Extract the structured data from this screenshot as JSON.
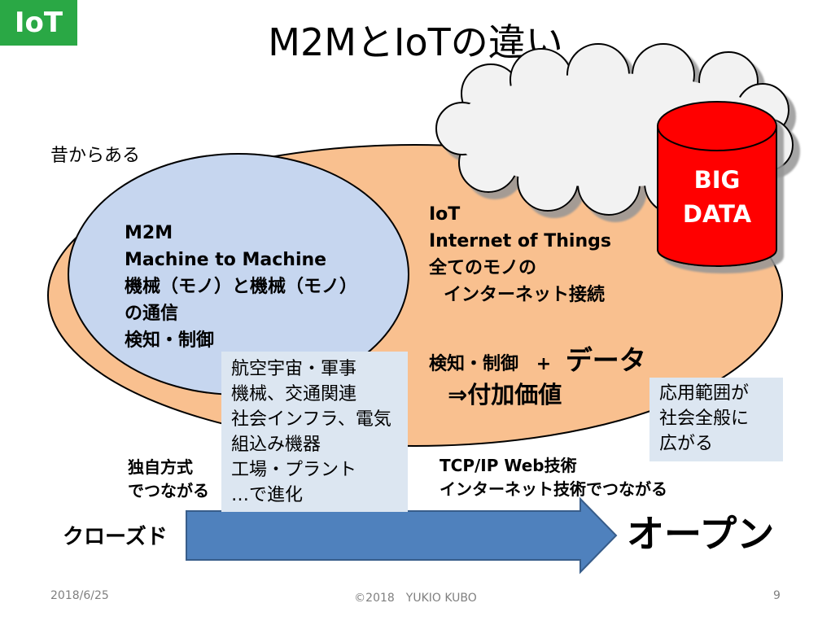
{
  "badge": "IoT",
  "title": "M2MとIoTの違い",
  "old_label": "昔からある",
  "m2m": {
    "title": "M2M",
    "full": "Machine to Machine",
    "desc1": "機械（モノ）と機械（モノ）",
    "desc2": "の通信",
    "desc3": "検知・制御"
  },
  "m2m_examples": [
    "航空宇宙・軍事",
    "機械、交通関連",
    "社会インフラ、電気",
    "組込み機器",
    "工場・プラント",
    "…で進化"
  ],
  "iot": {
    "title": "IoT",
    "full": "Internet of Things",
    "desc1": "全てのモノの",
    "desc2": "インターネット接続",
    "detect": "検知・制御",
    "plus": "+",
    "data": "データ",
    "value": "⇒付加価値"
  },
  "big_data": {
    "line1": "BIG",
    "line2": "DATA"
  },
  "application": [
    "応用範囲が",
    "社会全般に",
    "広がる"
  ],
  "proprietary": [
    "独自方式",
    "でつながる"
  ],
  "tcpip": [
    "TCP/IP Web技術",
    "インターネット技術でつながる"
  ],
  "closed": "クローズド",
  "open": "オープン",
  "footer": {
    "date": "2018/6/25",
    "copyright": "©2018　YUKIO KUBO",
    "page": "9"
  },
  "colors": {
    "badge": "#2aa845",
    "outer_ellipse": "#f9c08f",
    "inner_ellipse": "#c6d6ef",
    "ellipse_stroke": "#000000",
    "cloud": "#f2f2f2",
    "cylinder": "#ff0000",
    "arrow": "#4f81bd",
    "note": "#dce6f1"
  }
}
